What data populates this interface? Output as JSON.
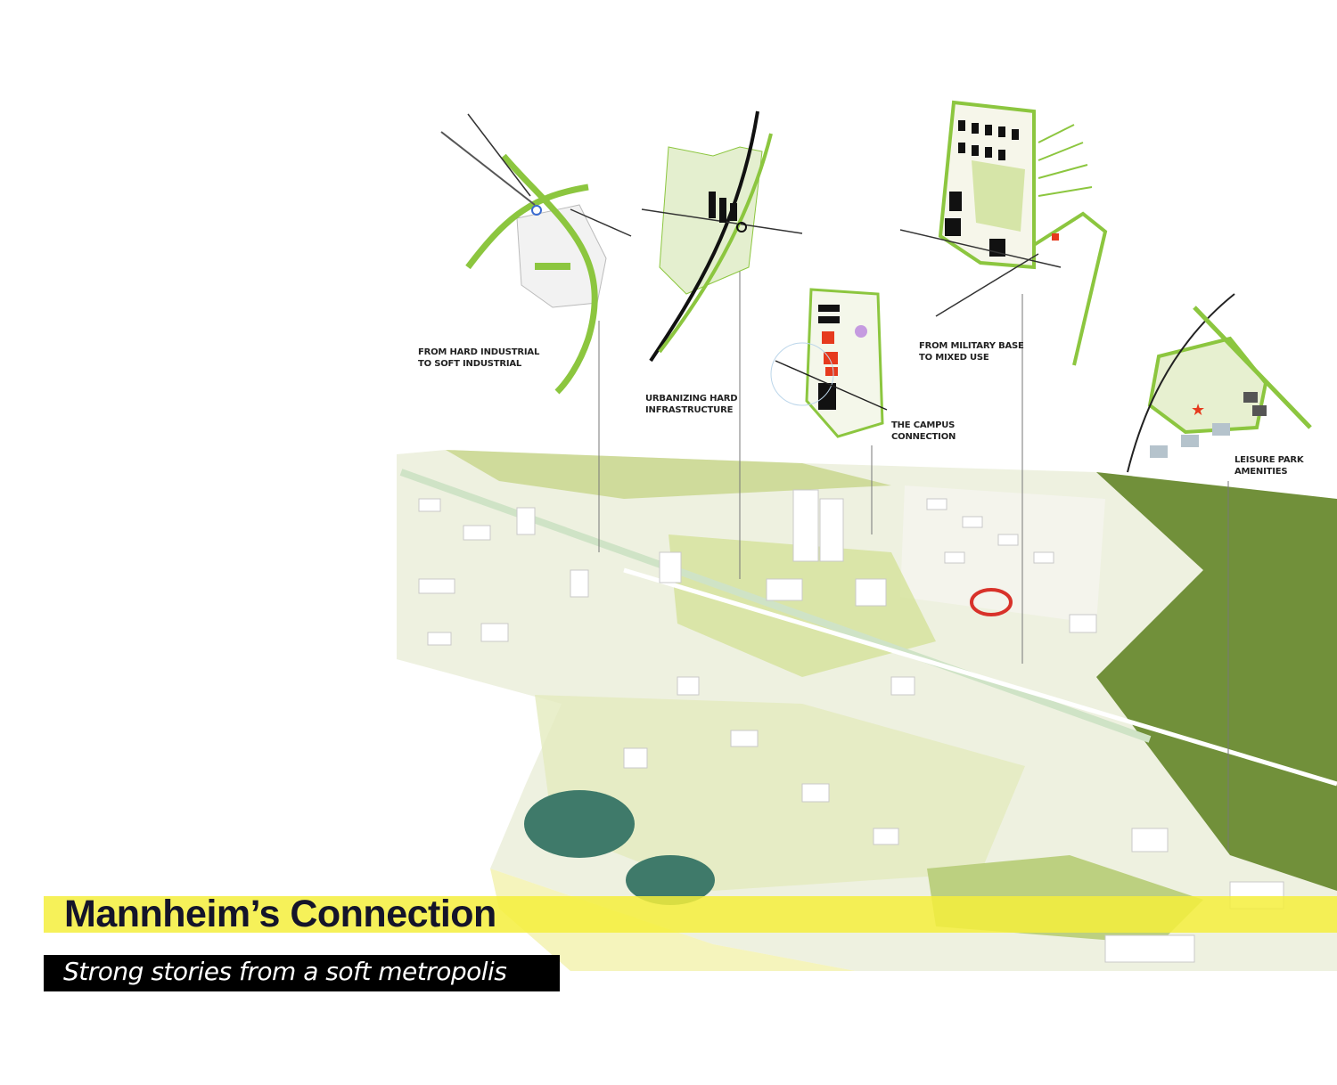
{
  "title": "Mannheim’s Connection",
  "subtitle": "Strong stories from a soft metropolis",
  "colors": {
    "title_band": "#f5ee3c",
    "subtitle_box": "#000000",
    "green": "#8cc63f",
    "map_green": "#c9d98a",
    "forest": "#6f8a32",
    "water": "#3f7a6a"
  },
  "insets": [
    {
      "label": "From hard industrial to soft industrial"
    },
    {
      "label": "Urbanizing hard infrastructure"
    },
    {
      "label": "The campus connection"
    },
    {
      "label": "From military base to mixed use"
    },
    {
      "label": "Leisure park amenities"
    }
  ]
}
